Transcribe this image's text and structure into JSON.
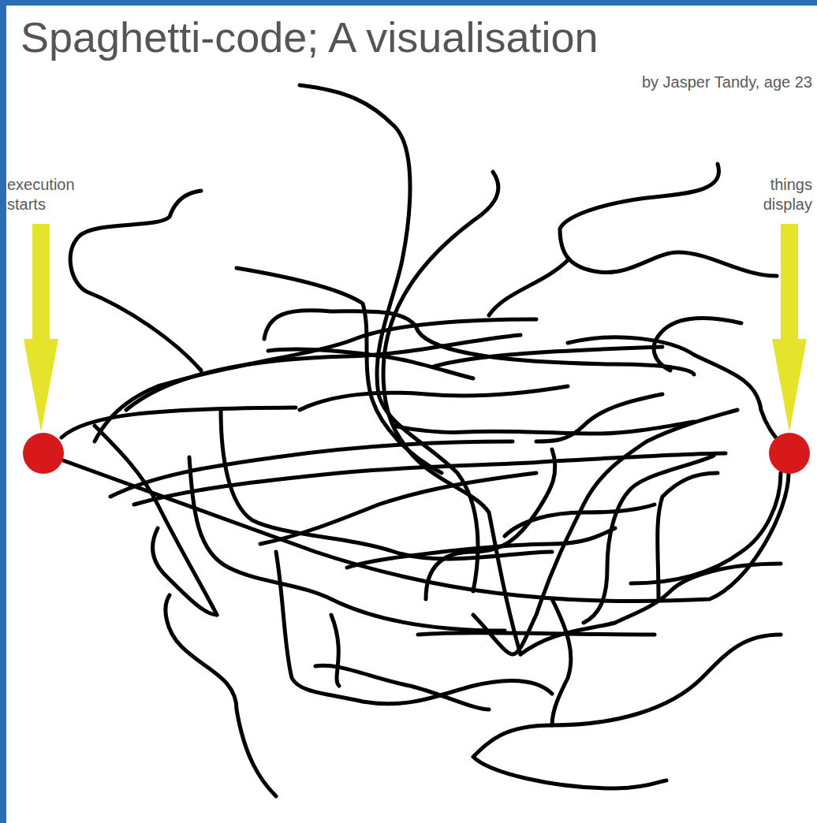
{
  "diagram": {
    "title": "Spaghetti-code; A visualisation",
    "labels": [
      "by Jasper Tandy, age 23",
      "execution starts",
      "things display"
    ]
  }
}
